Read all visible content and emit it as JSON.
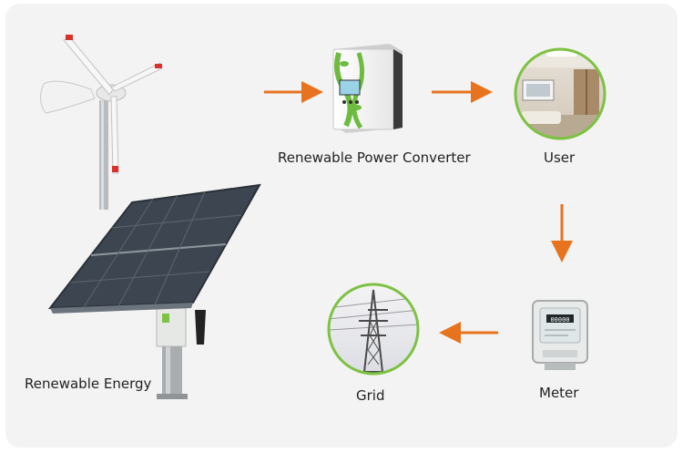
{
  "labels": {
    "renewable_energy": "Renewable Energy",
    "converter": "Renewable Power Converter",
    "user": "User",
    "meter": "Meter",
    "grid": "Grid"
  },
  "meter_display": "00000",
  "colors": {
    "background": "#f3f3f3",
    "arrow": "#e8731e",
    "circle_border": "#7dc243",
    "converter_green": "#6dbb3f",
    "panel": "#3d4650",
    "text": "#222222"
  }
}
